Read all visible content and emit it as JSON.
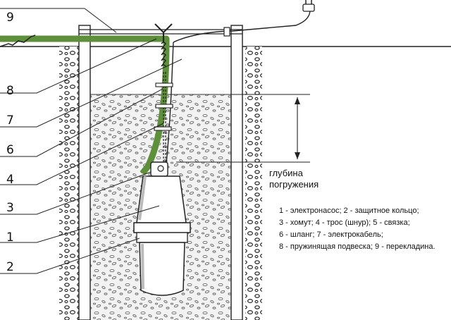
{
  "callouts": {
    "n9": "9",
    "n8": "8",
    "n7": "7",
    "n6": "6",
    "n4": "4",
    "n3": "3",
    "n1": "1",
    "n2": "2"
  },
  "depth_label": {
    "line1": "глубина",
    "line2": "погружения"
  },
  "legend": {
    "line1": "1 - электронасос; 2 - защитное кольцо;",
    "line2": "3 - хомут; 4 - трос (шнур); 5 - связка;",
    "line3": "6  - шланг; 7 - электрокабель;",
    "line4": "8 - пружинящая подвеска; 9 - перекладина."
  },
  "colors": {
    "hose": "#5e8f3a",
    "line": "#2a2a2a",
    "gravel": "#efefef"
  }
}
